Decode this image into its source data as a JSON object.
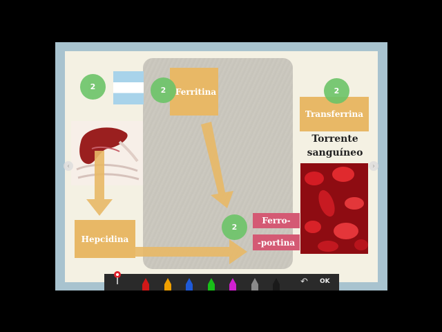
{
  "slide": {
    "badges": [
      "2",
      "2",
      "2",
      "2"
    ],
    "ferritina": "Ferritina",
    "transferrina": "Transferrina",
    "hepcidina": "Hepcidina",
    "ferroportina_top": "Ferro-",
    "ferroportina_bottom": "-portina",
    "torrente_line1": "Torrente",
    "torrente_line2": "sanguíneo"
  },
  "colors": {
    "orange": "#e8b866",
    "green": "#6cc468",
    "pink": "#d45a74",
    "flag_blue": "#a8d3ea"
  },
  "toolbar": {
    "pens": [
      {
        "name": "red-pen",
        "color": "#d01818"
      },
      {
        "name": "orange-pen",
        "color": "#f0a000"
      },
      {
        "name": "blue-pen",
        "color": "#1f5ad8"
      },
      {
        "name": "green-pen",
        "color": "#18c018"
      },
      {
        "name": "magenta-pen",
        "color": "#d020d0"
      },
      {
        "name": "gray-pen",
        "color": "#8a8a8a"
      },
      {
        "name": "black-pen",
        "color": "#1a1a1a"
      }
    ],
    "undo_glyph": "↶",
    "ok_label": "OK"
  },
  "nav": {
    "prev_glyph": "‹",
    "next_glyph": "›"
  }
}
